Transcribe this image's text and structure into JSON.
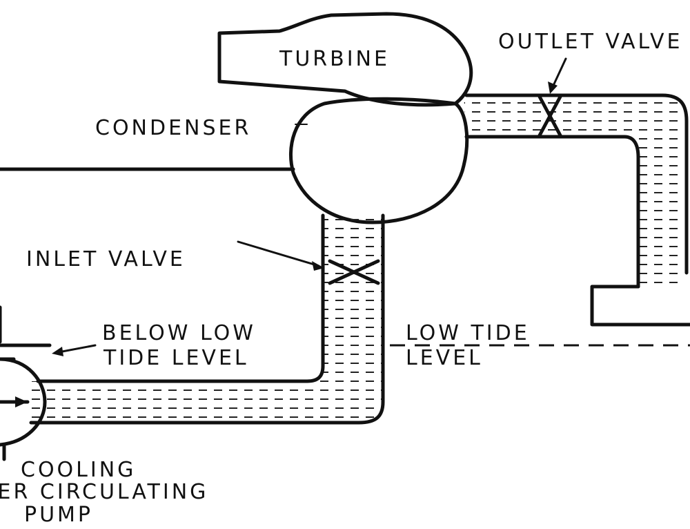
{
  "colors": {
    "line": "#111111",
    "water": "#222222",
    "background": "#ffffff"
  },
  "labels": {
    "turbine": "TURBINE",
    "condenser": "CONDENSER",
    "outlet_valve": "OUTLET VALVE",
    "inlet_valve": "INLET VALVE",
    "below_low_tide_line1": "BELOW LOW",
    "below_low_tide_line2": "TIDE LEVEL",
    "low_tide_line1": "LOW TIDE",
    "low_tide_line2": "LEVEL",
    "pump_line1": "COOLING",
    "pump_line2": "WATER CIRCULATING",
    "pump_line3": "PUMP"
  },
  "icons": {
    "inlet_valve": "valve-icon",
    "outlet_valve": "valve-icon",
    "pump": "pump-icon"
  }
}
